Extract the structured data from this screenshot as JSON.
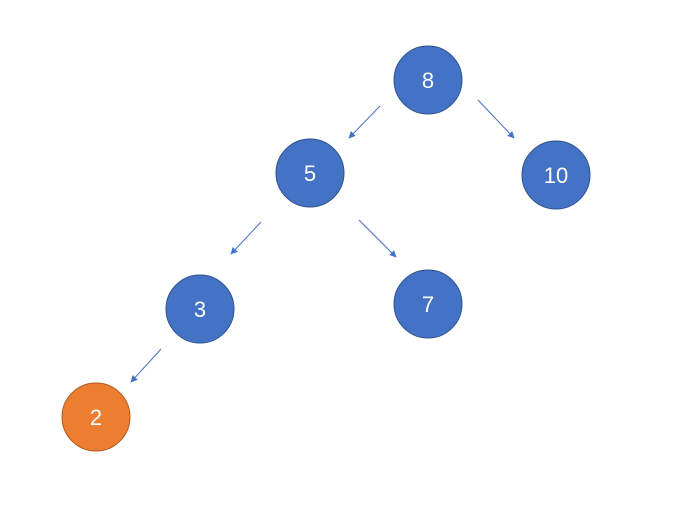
{
  "diagram": {
    "nodes": [
      {
        "id": "n8",
        "label": "8",
        "color": "#4472C4"
      },
      {
        "id": "n5",
        "label": "5",
        "color": "#4472C4"
      },
      {
        "id": "n10",
        "label": "10",
        "color": "#4472C4"
      },
      {
        "id": "n3",
        "label": "3",
        "color": "#4472C4"
      },
      {
        "id": "n7",
        "label": "7",
        "color": "#4472C4"
      },
      {
        "id": "n2",
        "label": "2",
        "color": "#ED7D31"
      }
    ],
    "edges": [
      {
        "from": "n8",
        "to": "n5"
      },
      {
        "from": "n8",
        "to": "n10"
      },
      {
        "from": "n5",
        "to": "n3"
      },
      {
        "from": "n5",
        "to": "n7"
      },
      {
        "from": "n3",
        "to": "n2"
      }
    ],
    "colors": {
      "node_default": "#4472C4",
      "node_highlight": "#ED7D31",
      "node_stroke": "#2F528F",
      "node_highlight_stroke": "#AE5A21",
      "arrow": "#4472C4",
      "label": "#FFFFFF"
    }
  }
}
